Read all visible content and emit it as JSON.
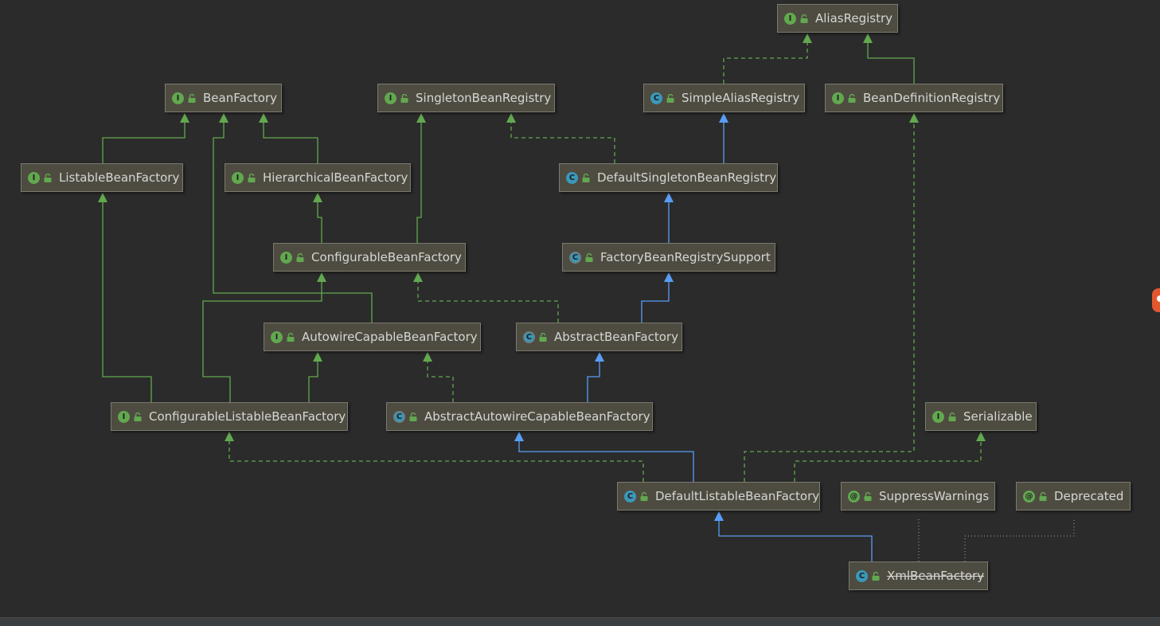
{
  "colors": {
    "background": "#2b2b2b",
    "node_fill": "#4e4c40",
    "interface_edge": "#62a84f",
    "class_edge": "#589df6",
    "annotation_edge": "#8a8a80"
  },
  "nodes": [
    {
      "id": "AliasRegistry",
      "label": "AliasRegistry",
      "kind": "interface"
    },
    {
      "id": "BeanFactory",
      "label": "BeanFactory",
      "kind": "interface"
    },
    {
      "id": "SingletonBeanRegistry",
      "label": "SingletonBeanRegistry",
      "kind": "interface"
    },
    {
      "id": "SimpleAliasRegistry",
      "label": "SimpleAliasRegistry",
      "kind": "class"
    },
    {
      "id": "BeanDefinitionRegistry",
      "label": "BeanDefinitionRegistry",
      "kind": "interface"
    },
    {
      "id": "ListableBeanFactory",
      "label": "ListableBeanFactory",
      "kind": "interface"
    },
    {
      "id": "HierarchicalBeanFactory",
      "label": "HierarchicalBeanFactory",
      "kind": "interface"
    },
    {
      "id": "DefaultSingletonBeanRegistry",
      "label": "DefaultSingletonBeanRegistry",
      "kind": "class"
    },
    {
      "id": "ConfigurableBeanFactory",
      "label": "ConfigurableBeanFactory",
      "kind": "interface"
    },
    {
      "id": "FactoryBeanRegistrySupport",
      "label": "FactoryBeanRegistrySupport",
      "kind": "abstract"
    },
    {
      "id": "AutowireCapableBeanFactory",
      "label": "AutowireCapableBeanFactory",
      "kind": "interface"
    },
    {
      "id": "AbstractBeanFactory",
      "label": "AbstractBeanFactory",
      "kind": "abstract"
    },
    {
      "id": "ConfigurableListableBeanFactory",
      "label": "ConfigurableListableBeanFactory",
      "kind": "interface"
    },
    {
      "id": "AbstractAutowireCapableBeanFactory",
      "label": "AbstractAutowireCapableBeanFactory",
      "kind": "abstract"
    },
    {
      "id": "Serializable",
      "label": "Serializable",
      "kind": "interface"
    },
    {
      "id": "DefaultListableBeanFactory",
      "label": "DefaultListableBeanFactory",
      "kind": "class"
    },
    {
      "id": "SuppressWarnings",
      "label": "SuppressWarnings",
      "kind": "annotation"
    },
    {
      "id": "Deprecated",
      "label": "Deprecated",
      "kind": "annotation"
    },
    {
      "id": "XmlBeanFactory",
      "label": "XmlBeanFactory",
      "kind": "class",
      "deprecated": true
    }
  ],
  "edges": [
    {
      "from": "SimpleAliasRegistry",
      "to": "AliasRegistry",
      "type": "implements"
    },
    {
      "from": "BeanDefinitionRegistry",
      "to": "AliasRegistry",
      "type": "extends-interface"
    },
    {
      "from": "ListableBeanFactory",
      "to": "BeanFactory",
      "type": "extends-interface"
    },
    {
      "from": "HierarchicalBeanFactory",
      "to": "BeanFactory",
      "type": "extends-interface"
    },
    {
      "from": "AutowireCapableBeanFactory",
      "to": "BeanFactory",
      "type": "extends-interface"
    },
    {
      "from": "DefaultSingletonBeanRegistry",
      "to": "SingletonBeanRegistry",
      "type": "implements"
    },
    {
      "from": "DefaultSingletonBeanRegistry",
      "to": "SimpleAliasRegistry",
      "type": "extends-class"
    },
    {
      "from": "ConfigurableBeanFactory",
      "to": "HierarchicalBeanFactory",
      "type": "extends-interface"
    },
    {
      "from": "ConfigurableBeanFactory",
      "to": "SingletonBeanRegistry",
      "type": "extends-interface"
    },
    {
      "from": "FactoryBeanRegistrySupport",
      "to": "DefaultSingletonBeanRegistry",
      "type": "extends-class"
    },
    {
      "from": "AbstractBeanFactory",
      "to": "ConfigurableBeanFactory",
      "type": "implements"
    },
    {
      "from": "AbstractBeanFactory",
      "to": "FactoryBeanRegistrySupport",
      "type": "extends-class"
    },
    {
      "from": "ConfigurableListableBeanFactory",
      "to": "ListableBeanFactory",
      "type": "extends-interface"
    },
    {
      "from": "ConfigurableListableBeanFactory",
      "to": "ConfigurableBeanFactory",
      "type": "extends-interface"
    },
    {
      "from": "ConfigurableListableBeanFactory",
      "to": "AutowireCapableBeanFactory",
      "type": "extends-interface"
    },
    {
      "from": "AbstractAutowireCapableBeanFactory",
      "to": "AutowireCapableBeanFactory",
      "type": "implements"
    },
    {
      "from": "AbstractAutowireCapableBeanFactory",
      "to": "AbstractBeanFactory",
      "type": "extends-class"
    },
    {
      "from": "DefaultListableBeanFactory",
      "to": "AbstractAutowireCapableBeanFactory",
      "type": "extends-class"
    },
    {
      "from": "DefaultListableBeanFactory",
      "to": "ConfigurableListableBeanFactory",
      "type": "implements"
    },
    {
      "from": "DefaultListableBeanFactory",
      "to": "BeanDefinitionRegistry",
      "type": "implements"
    },
    {
      "from": "DefaultListableBeanFactory",
      "to": "Serializable",
      "type": "implements"
    },
    {
      "from": "XmlBeanFactory",
      "to": "DefaultListableBeanFactory",
      "type": "extends-class"
    },
    {
      "from": "XmlBeanFactory",
      "to": "SuppressWarnings",
      "type": "annotated"
    },
    {
      "from": "XmlBeanFactory",
      "to": "Deprecated",
      "type": "annotated"
    }
  ]
}
